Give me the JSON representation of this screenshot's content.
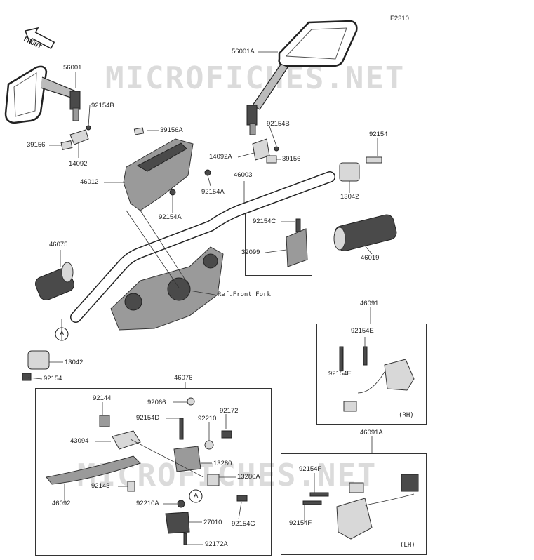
{
  "diagram_code": "F2310",
  "front_label": "FRONT",
  "watermark": "MICROFICHES.NET",
  "ref_front_fork": "Ref.Front Fork",
  "callout_a": "A",
  "side_rh": "(RH)",
  "side_lh": "(LH)",
  "labels": {
    "p56001": "56001",
    "p56001a": "56001A",
    "p92154b_left": "92154B",
    "p92154b_right": "92154B",
    "p39156_left": "39156",
    "p39156_right": "39156",
    "p14092": "14092",
    "p14092a": "14092A",
    "p39156a": "39156A",
    "p46012": "46012",
    "p92154a_1": "92154A",
    "p92154a_2": "92154A",
    "p46003": "46003",
    "p92154_top": "92154",
    "p13042_top": "13042",
    "p92154c": "92154C",
    "p32099": "32099",
    "p46019": "46019",
    "p46075": "46075",
    "p13042_bottom": "13042",
    "p92154_bottom": "92154",
    "p46091": "46091",
    "p92154e_1": "92154E",
    "p92154e_2": "92154E",
    "p46076": "46076",
    "p92144": "92144",
    "p92066": "92066",
    "p92172": "92172",
    "p92154d": "92154D",
    "p92210": "92210",
    "p43094": "43094",
    "p13280": "13280",
    "p13280a": "13280A",
    "p92143": "92143",
    "p92210a": "92210A",
    "p46092": "46092",
    "p27010": "27010",
    "p92154g": "92154G",
    "p92172a": "92172A",
    "p46091a": "46091A",
    "p92154f_1": "92154F",
    "p92154f_2": "92154F"
  }
}
